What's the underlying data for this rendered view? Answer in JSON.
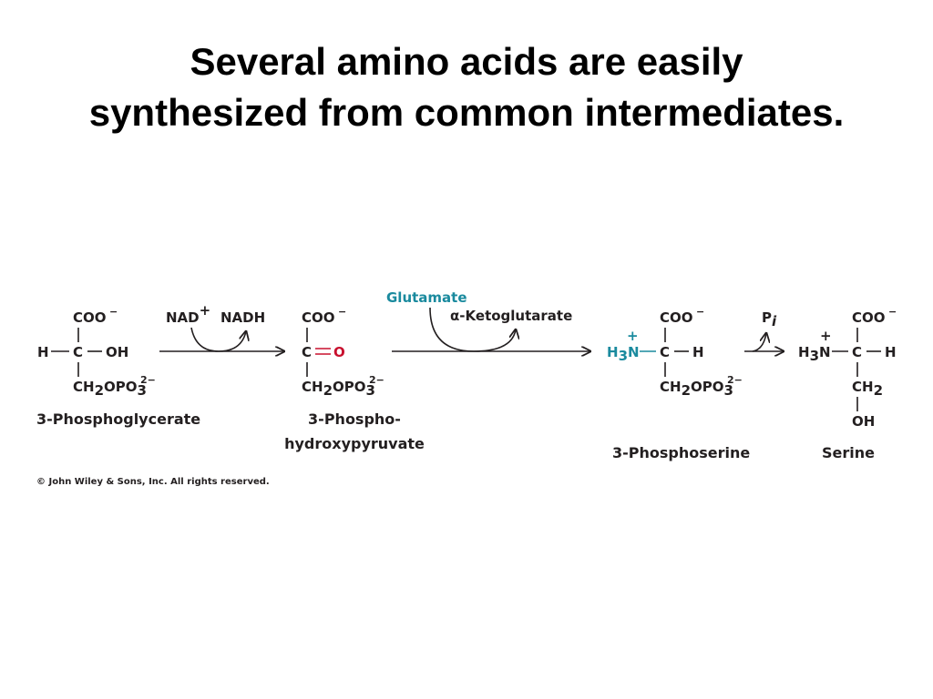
{
  "slide": {
    "title_line1": "Several amino acids are easily",
    "title_line2": "synthesized from common intermediates."
  },
  "molecules": {
    "m1": {
      "top": "COO",
      "charge": "−",
      "left": "H",
      "center": "C",
      "right": "OH",
      "bottom_a": "CH",
      "bottom_b": "2",
      "bottom_c": "OPO",
      "bottom_d": "3",
      "bottom_e": "2−",
      "name": "3-Phosphoglycerate"
    },
    "m2": {
      "top": "COO",
      "charge": "−",
      "center": "C",
      "right": "O",
      "bottom_a": "CH",
      "bottom_b": "2",
      "bottom_c": "OPO",
      "bottom_d": "3",
      "bottom_e": "2−",
      "name_line1": "3-Phospho-",
      "name_line2": "hydroxypyruvate"
    },
    "m3": {
      "top": "COO",
      "charge": "−",
      "plus": "+",
      "left_a": "H",
      "left_b": "3",
      "left_c": "N",
      "center": "C",
      "right": "H",
      "bottom_a": "CH",
      "bottom_b": "2",
      "bottom_c": "OPO",
      "bottom_d": "3",
      "bottom_e": "2−",
      "name": "3-Phosphoserine"
    },
    "m4": {
      "top": "COO",
      "charge": "−",
      "plus": "+",
      "left_a": "H",
      "left_b": "3",
      "left_c": "N",
      "center": "C",
      "right": "H",
      "bottom_1a": "CH",
      "bottom_1b": "2",
      "bottom_2": "OH",
      "name": "Serine"
    }
  },
  "reactions": {
    "r1": {
      "in": "NAD",
      "in_sup": "+",
      "out": "NADH"
    },
    "r2": {
      "in": "Glutamate",
      "out": "α-Ketoglutarate"
    },
    "r3": {
      "out": "P",
      "out_sub": "i"
    }
  },
  "credit": "© John Wiley & Sons, Inc. All rights reserved.",
  "colors": {
    "teal": "#1a8a9e",
    "red": "#c8102e",
    "ink": "#231f20"
  }
}
